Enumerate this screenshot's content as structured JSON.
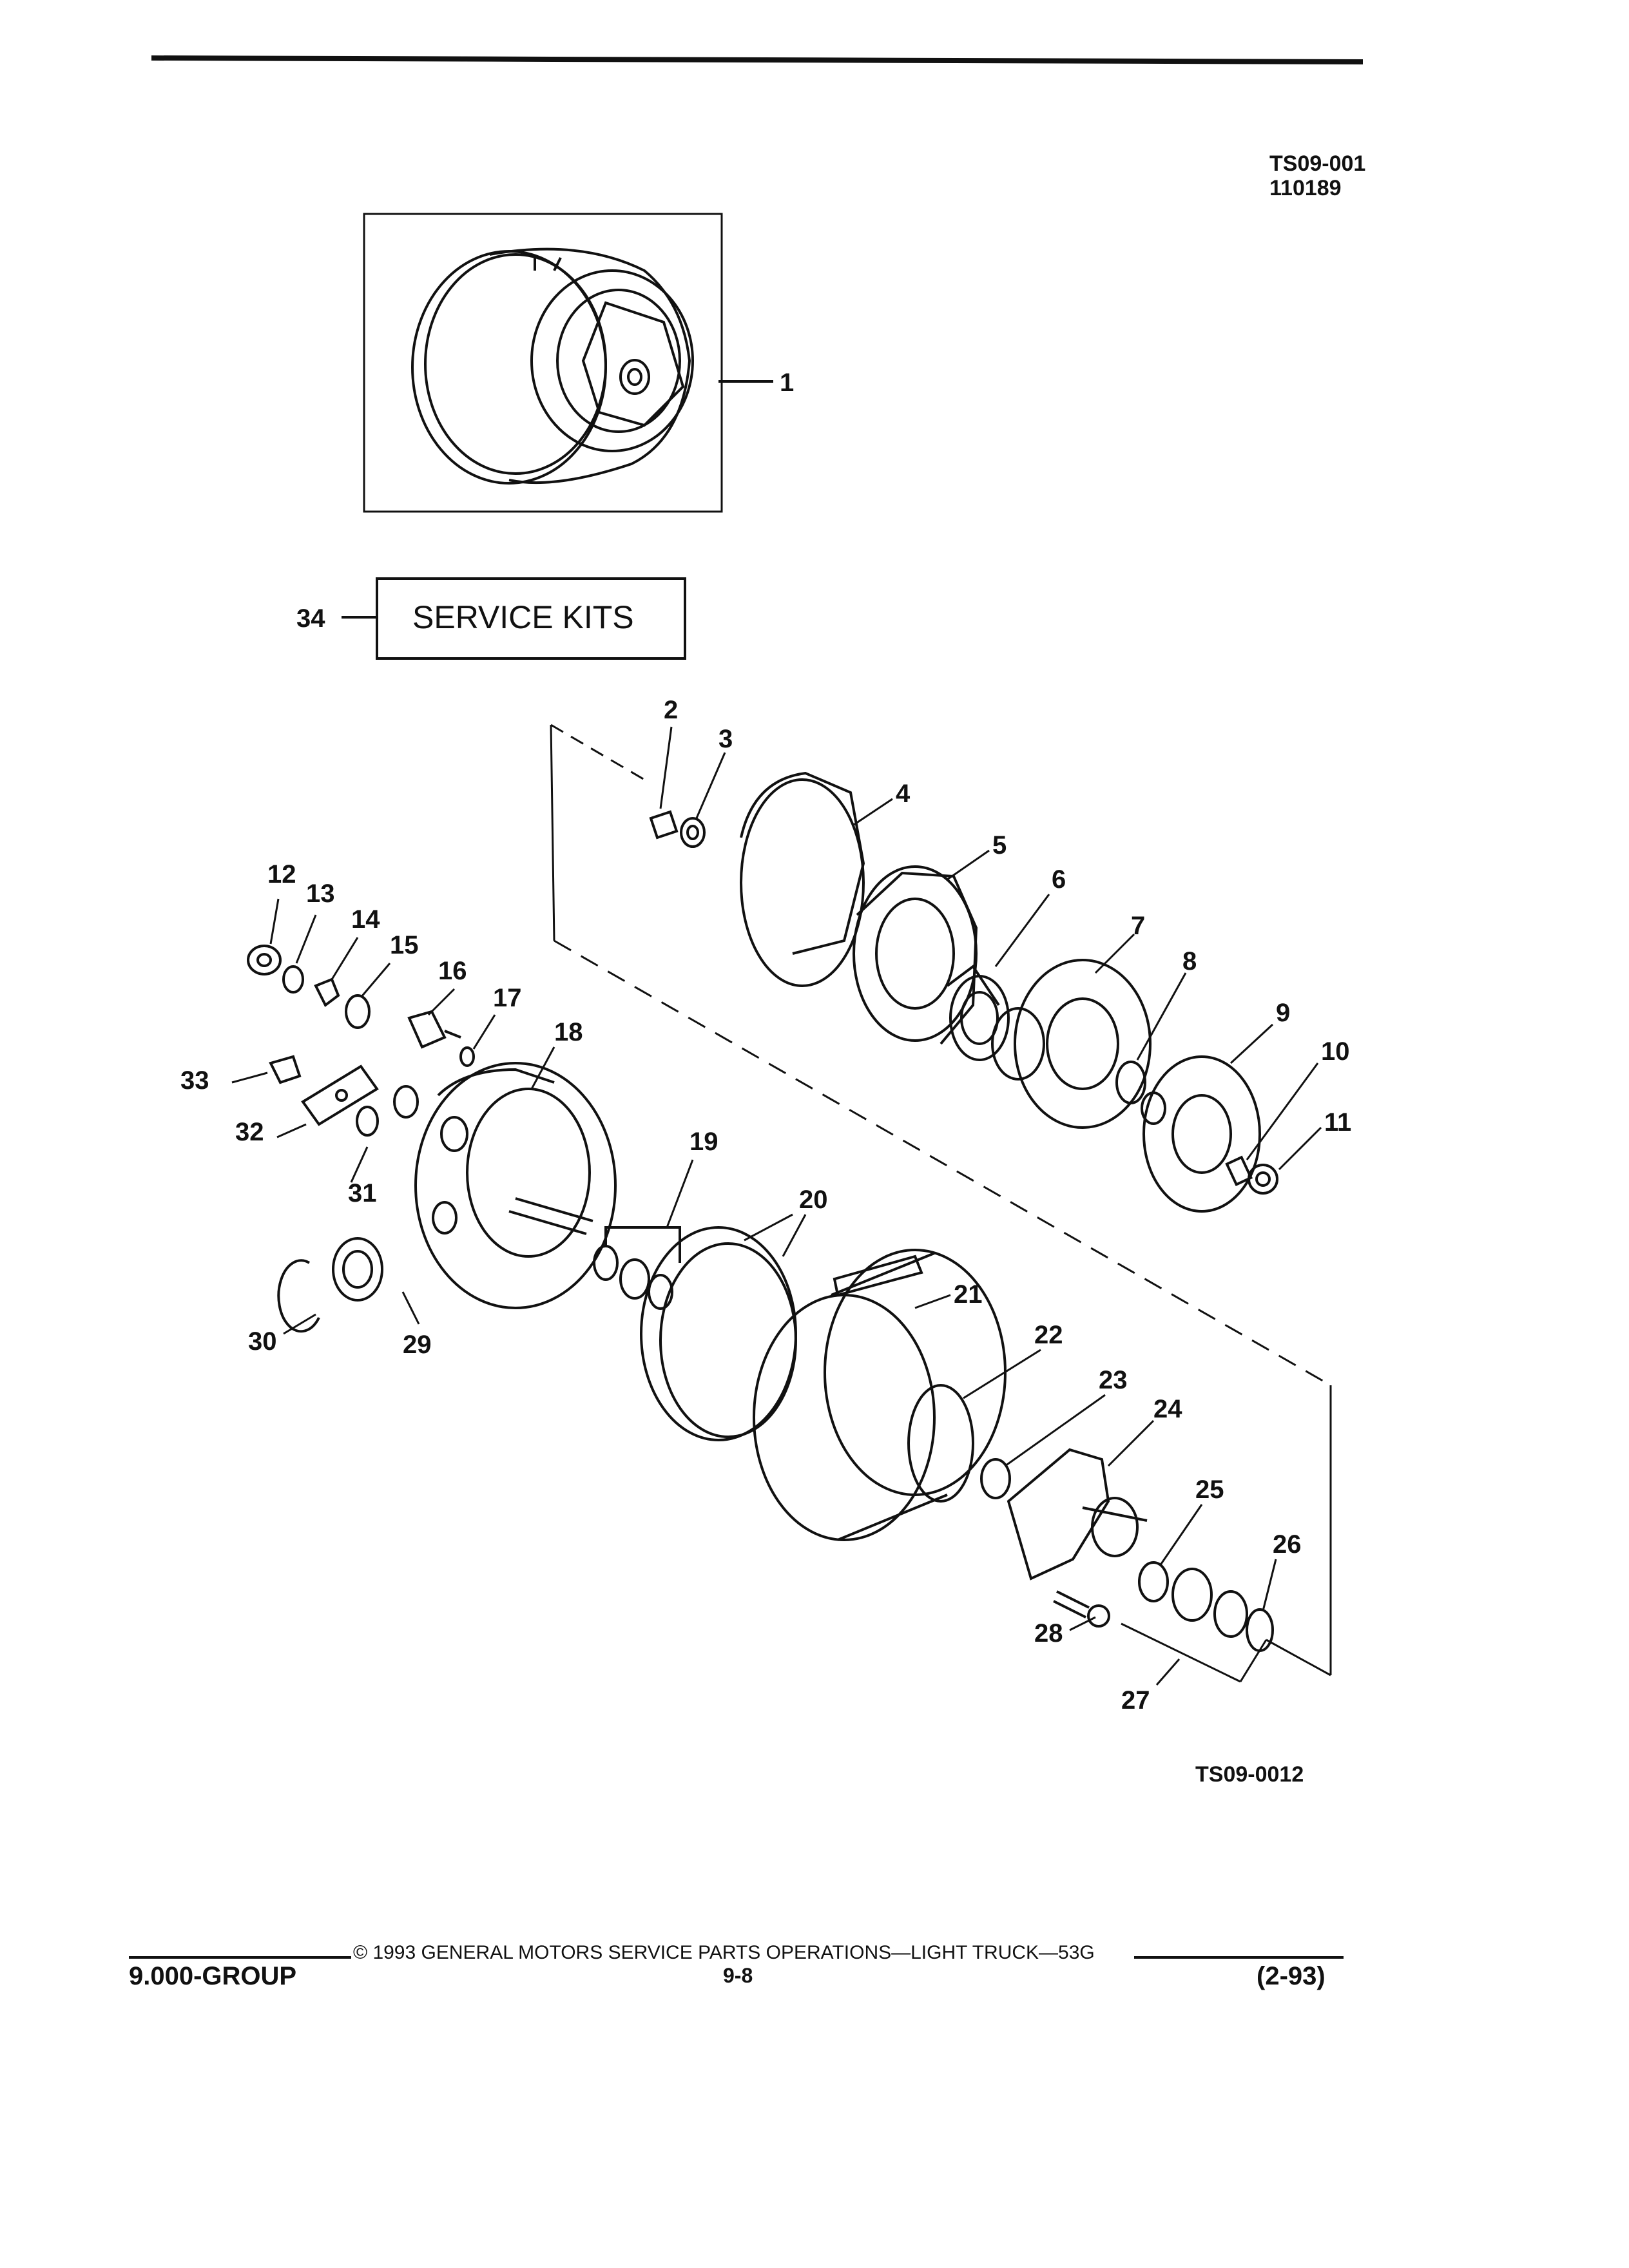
{
  "header": {
    "fig_ref_top": "TS09-001",
    "fig_ref_date": "110189",
    "fig_ref_bottom": "TS09-0012"
  },
  "service_kits": {
    "label": "SERVICE KITS",
    "callout": "34"
  },
  "callouts": [
    "1",
    "2",
    "3",
    "4",
    "5",
    "6",
    "7",
    "8",
    "9",
    "10",
    "11",
    "12",
    "13",
    "14",
    "15",
    "16",
    "17",
    "18",
    "19",
    "20",
    "21",
    "22",
    "23",
    "24",
    "25",
    "26",
    "27",
    "28",
    "29",
    "30",
    "31",
    "32",
    "33"
  ],
  "footer": {
    "group": "9.000-GROUP",
    "copyright": "© 1993 GENERAL MOTORS SERVICE PARTS OPERATIONS—LIGHT TRUCK—53G",
    "page": "9-8",
    "revision": "(2-93)"
  }
}
